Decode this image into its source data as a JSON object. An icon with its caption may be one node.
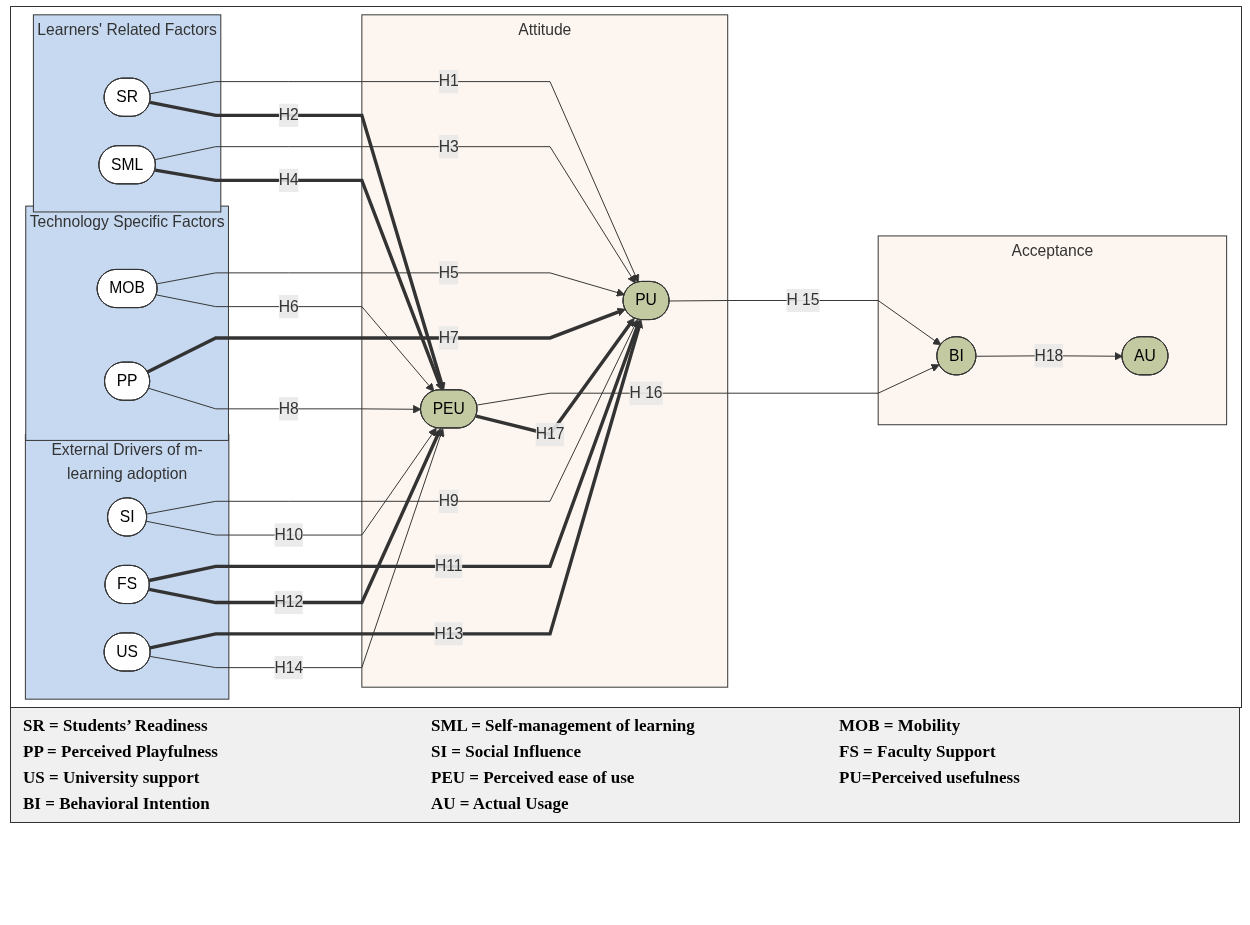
{
  "diagram": {
    "nodes": [
      {
        "text": [
          "Learners' Related Factors"
        ]
      },
      {
        "text": [
          "SR"
        ],
        "in": 0
      },
      {
        "text": [
          "SML"
        ],
        "in": 0
      },
      {
        "text": [
          "Technology Specific Factors"
        ]
      },
      {
        "text": [
          "MOB"
        ],
        "in": 3
      },
      {
        "text": [
          "PP"
        ],
        "in": 3
      },
      {
        "text": [
          "External Drivers of m-learning adoption"
        ]
      },
      {
        "text": [
          "SI"
        ],
        "in": 6
      },
      {
        "text": [
          "FS"
        ],
        "in": 6
      },
      {
        "text": [
          "US"
        ],
        "in": 6
      },
      {
        "text": [
          "Attitude"
        ]
      },
      {
        "text": [
          "PU"
        ],
        "in": 10
      },
      {
        "text": [
          "PEU"
        ],
        "in": 10
      },
      {
        "text": [
          "Acceptance"
        ]
      },
      {
        "text": [
          "BI"
        ],
        "in": 13
      },
      {
        "text": [
          "AU"
        ],
        "in": 13
      }
    ],
    "edges": [
      {
        "from": 1,
        "to": 11,
        "arrow": "to",
        "label": "H1"
      },
      {
        "from": 1,
        "to": 12,
        "arrow": "to",
        "label": "H2",
        "style": "thick"
      },
      {
        "from": 2,
        "to": 11,
        "arrow": "to",
        "label": "H3"
      },
      {
        "from": 2,
        "to": 12,
        "arrow": "to",
        "label": "H4",
        "style": "thick"
      },
      {
        "from": 4,
        "to": 11,
        "arrow": "to",
        "label": "H5"
      },
      {
        "from": 4,
        "to": 12,
        "arrow": "to",
        "label": "H6"
      },
      {
        "from": 5,
        "to": 11,
        "arrow": "to",
        "label": "H7",
        "style": "thick"
      },
      {
        "from": 5,
        "to": 12,
        "arrow": "to",
        "label": "H8"
      },
      {
        "from": 7,
        "to": 11,
        "arrow": "to",
        "label": "H9"
      },
      {
        "from": 7,
        "to": 12,
        "arrow": "to",
        "label": "H10"
      },
      {
        "from": 8,
        "to": 11,
        "arrow": "to",
        "label": "H11",
        "style": "thick"
      },
      {
        "from": 8,
        "to": 12,
        "arrow": "to",
        "label": "H12",
        "style": "thick"
      },
      {
        "from": 9,
        "to": 11,
        "arrow": "to",
        "label": "H13",
        "style": "thick"
      },
      {
        "from": 9,
        "to": 12,
        "arrow": "to",
        "label": "H14"
      },
      {
        "from": 11,
        "to": 14,
        "arrow": "to",
        "label": "H 15"
      },
      {
        "from": 12,
        "to": 14,
        "arrow": "to",
        "label": "H 16"
      },
      {
        "from": 12,
        "to": 11,
        "arrow": "to",
        "label": "H17",
        "style": "thick"
      },
      {
        "from": 14,
        "to": 15,
        "arrow": "to",
        "label": "H18"
      }
    ],
    "labels": [
      "SR = Students’ Readiness",
      "SML = Self-management of learning",
      "MOB = Mobility",
      "PP = Perceived Playfulness",
      "SI = Social Influence",
      "FS = Faculty Support",
      "US = University support",
      "PEU = Perceived ease of use",
      "PU=Perceived usefulness",
      "BI = Behavioral Intention",
      "AU = Actual Usage"
    ]
  }
}
